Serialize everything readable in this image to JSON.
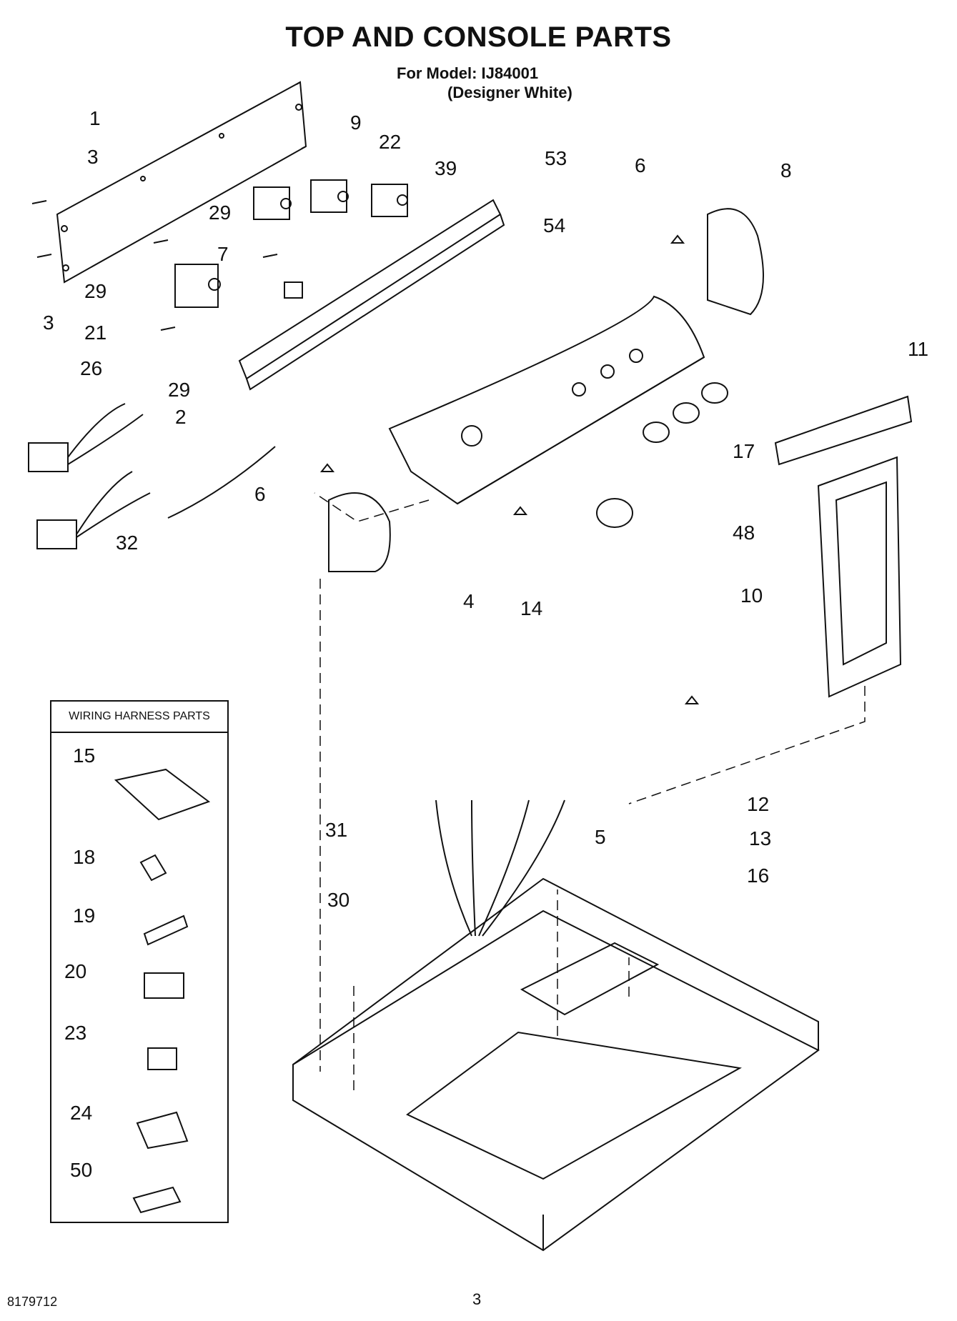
{
  "header": {
    "title": "TOP AND CONSOLE PARTS",
    "model_line": "For Model: IJ84001",
    "variant_line": "(Designer White)"
  },
  "harness_box": {
    "heading": "WIRING HARNESS PARTS"
  },
  "callouts": {
    "c1": "1",
    "c3a": "3",
    "c3b": "3",
    "c29a": "29",
    "c29b": "29",
    "c29c": "29",
    "c21": "21",
    "c26": "26",
    "c2": "2",
    "c32": "32",
    "c9": "9",
    "c22": "22",
    "c39": "39",
    "c7": "7",
    "c53": "53",
    "c54": "54",
    "c6a": "6",
    "c6b": "6",
    "c8": "8",
    "c11": "11",
    "c17": "17",
    "c48": "48",
    "c4": "4",
    "c14": "14",
    "c10": "10",
    "c12": "12",
    "c13": "13",
    "c5": "5",
    "c16": "16",
    "c31": "31",
    "c30": "30",
    "h15": "15",
    "h18": "18",
    "h19": "19",
    "h20": "20",
    "h23": "23",
    "h24": "24",
    "h50": "50"
  },
  "footer": {
    "doc_number": "8179712",
    "page_number": "3"
  }
}
